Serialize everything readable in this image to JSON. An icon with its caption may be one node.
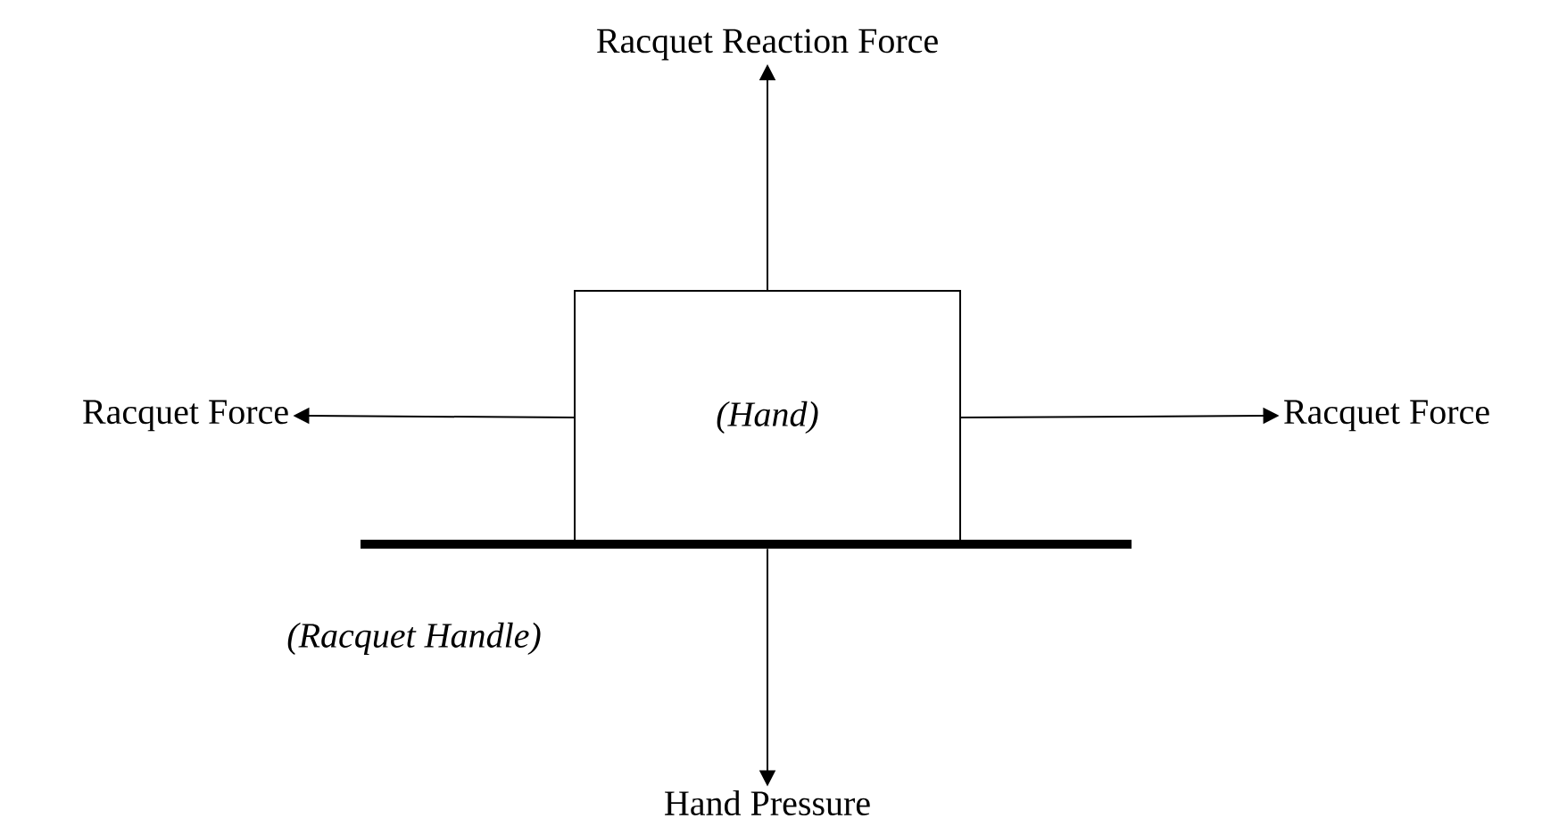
{
  "diagram": {
    "nodes": [
      {
        "text": [
          "(Hand)"
        ]
      },
      {
        "text": [
          "Racquet Reaction Force"
        ]
      },
      {
        "text": [
          "Racquet Force"
        ]
      },
      {
        "text": [
          "Racquet Force"
        ]
      },
      {
        "text": [
          "Hand Pressure"
        ]
      },
      {
        "text": [],
        "shape": "bar"
      }
    ],
    "edges": [
      {
        "from": 0,
        "to": 1,
        "arrow": "to"
      },
      {
        "from": 0,
        "to": 2,
        "arrow": "to"
      },
      {
        "from": 0,
        "to": 3,
        "arrow": "to"
      },
      {
        "from": 5,
        "to": 4,
        "arrow": "to"
      }
    ],
    "labels": [
      "(Racquet Handle)"
    ]
  }
}
